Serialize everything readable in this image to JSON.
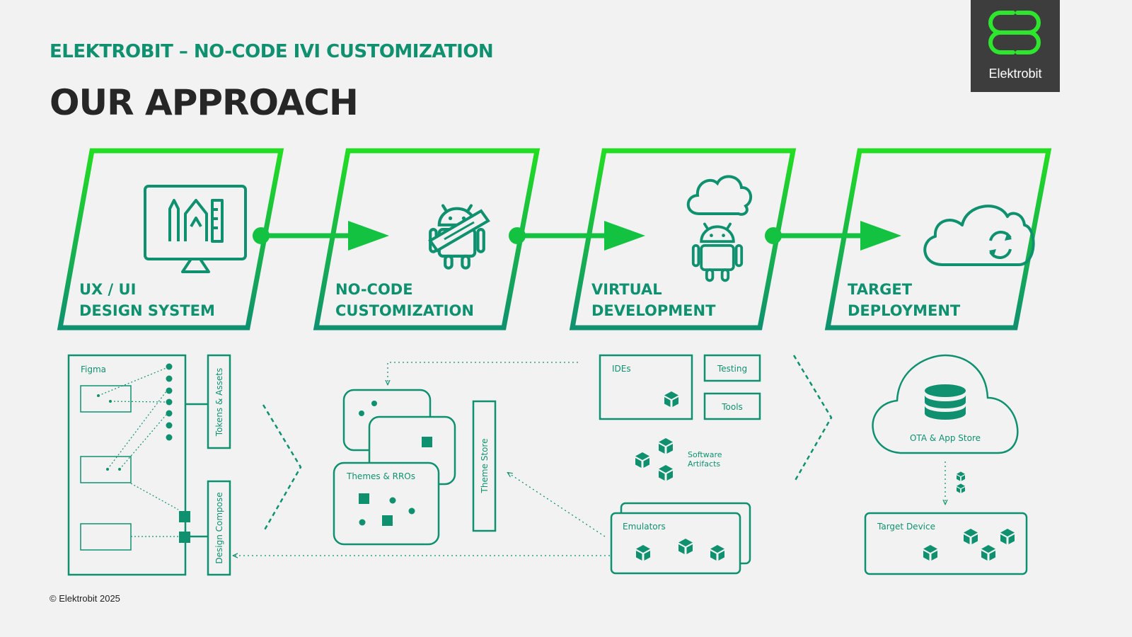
{
  "header": {
    "kicker": "ELEKTROBIT – NO-CODE IVI CUSTOMIZATION",
    "title": "OUR APPROACH"
  },
  "logo": {
    "text": "Elektrobit"
  },
  "colors": {
    "accent_green": "#00c853",
    "teal": "#0f9170",
    "background": "#f2f2f2",
    "logo_bg": "#3d3d3d"
  },
  "stages": [
    {
      "line1": "UX / UI",
      "line2": "DESIGN SYSTEM",
      "icon": "monitor-design-icon"
    },
    {
      "line1": "NO-CODE",
      "line2": "CUSTOMIZATION",
      "icon": "android-brush-icon"
    },
    {
      "line1": "VIRTUAL",
      "line2": "DEVELOPMENT",
      "icon": "cloud-android-icon"
    },
    {
      "line1": "TARGET",
      "line2": "DEPLOYMENT",
      "icon": "cloud-sync-icon"
    }
  ],
  "details": {
    "figma": "Figma",
    "tokens": "Tokens & Assets",
    "design_compose": "Design Compose",
    "themes": "Themes & RROs",
    "theme_store": "Theme Store",
    "ides": "IDEs",
    "testing": "Testing",
    "tools": "Tools",
    "software_artifacts_1": "Software",
    "software_artifacts_2": "Artifacts",
    "emulators": "Emulators",
    "ota": "OTA & App Store",
    "target_device": "Target Device"
  },
  "footer": "© Elektrobit 2025"
}
